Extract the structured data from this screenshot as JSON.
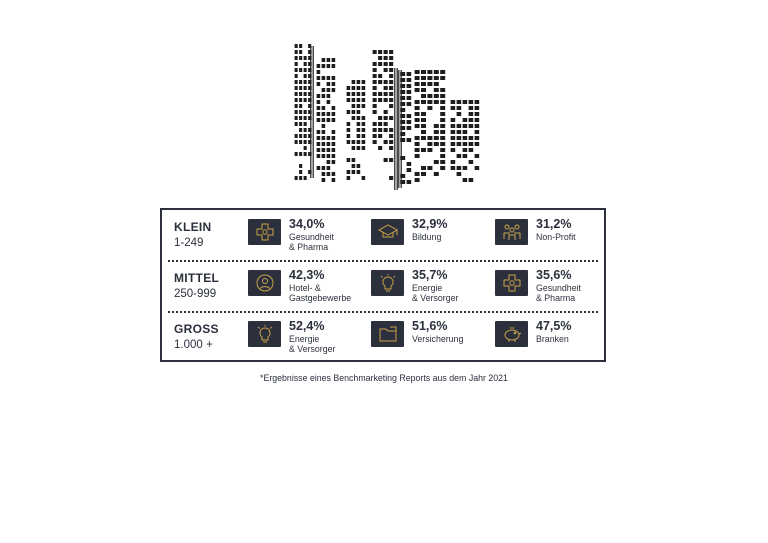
{
  "colors": {
    "dark": "#2b303c",
    "accent": "#c9a24a",
    "background": "#ffffff"
  },
  "graphic": {
    "icon": "city-skyline-icon"
  },
  "rows": [
    {
      "name": "KLEIN",
      "range": "1-249",
      "stats": [
        {
          "value": "34,0%",
          "label": "Gesundheit\n& Pharma",
          "icon": "medical-cross-icon"
        },
        {
          "value": "32,9%",
          "label": "Bildung",
          "icon": "school-icon"
        },
        {
          "value": "31,2%",
          "label": "Non-Profit",
          "icon": "people-group-icon"
        }
      ]
    },
    {
      "name": "MITTEL",
      "range": "250-999",
      "stats": [
        {
          "value": "42,3%",
          "label": "Hotel- &\nGastgebewerbe",
          "icon": "person-circle-icon"
        },
        {
          "value": "35,7%",
          "label": "Energie\n& Versorger",
          "icon": "light-bulb-icon"
        },
        {
          "value": "35,6%",
          "label": "Gesundheit\n & Pharma",
          "icon": "medical-cross-icon"
        }
      ]
    },
    {
      "name": "GROSS",
      "range": "1.000 +",
      "stats": [
        {
          "value": "52,4%",
          "label": "Energie\n& Versorger",
          "icon": "light-bulb-icon"
        },
        {
          "value": "51,6%",
          "label": "Versicherung",
          "icon": "folder-icon"
        },
        {
          "value": "47,5%",
          "label": "Branken",
          "icon": "piggy-bank-icon"
        }
      ]
    }
  ],
  "footnote": "*Ergebnisse eines Benchmarketing Reports aus dem Jahr 2021"
}
